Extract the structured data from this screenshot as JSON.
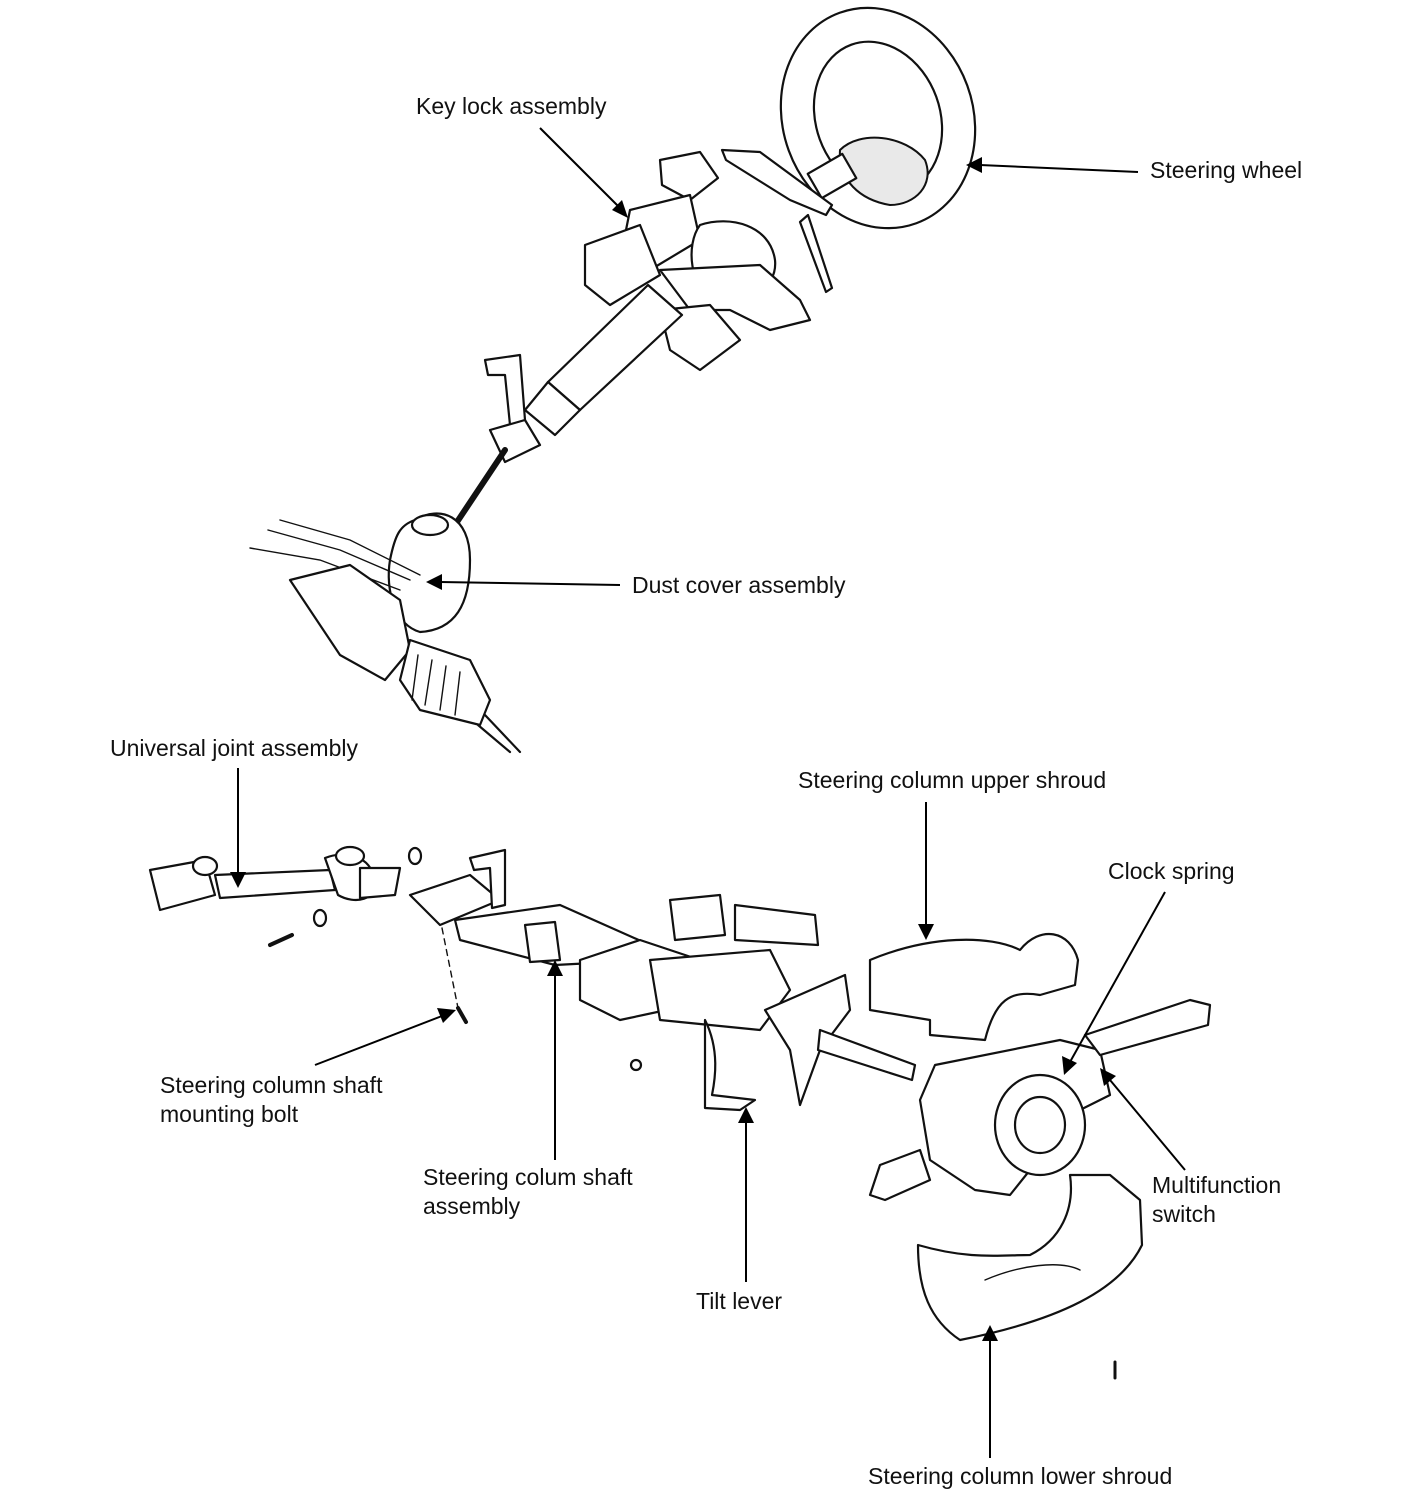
{
  "labels": {
    "key_lock": "Key lock assembly",
    "steering_wheel": "Steering wheel",
    "dust_cover": "Dust cover assembly",
    "universal_joint": "Universal joint assembly",
    "upper_shroud": "Steering column upper shroud",
    "clock_spring": "Clock spring",
    "mounting_bolt_line1": "Steering column shaft",
    "mounting_bolt_line2": "mounting bolt",
    "shaft_assembly_line1": "Steering colum shaft",
    "shaft_assembly_line2": "assembly",
    "multifunction_line1": "Multifunction",
    "multifunction_line2": "switch",
    "tilt_lever": "Tilt lever",
    "lower_shroud": "Steering column lower shroud"
  }
}
